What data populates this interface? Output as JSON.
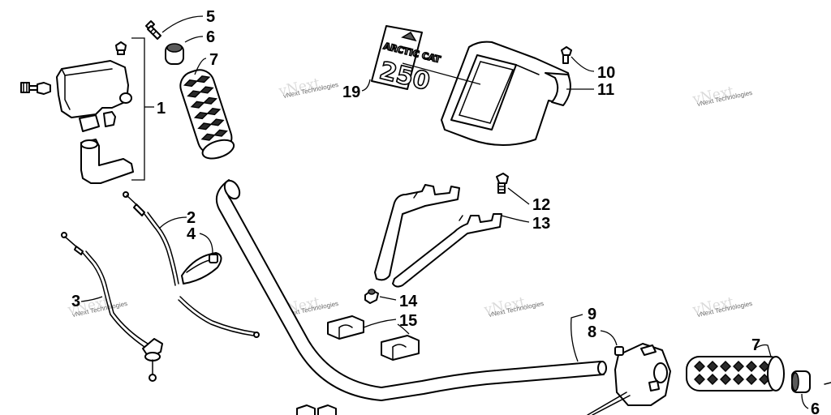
{
  "callouts": {
    "c1": "1",
    "c2": "2",
    "c3": "3",
    "c4": "4",
    "c5": "5",
    "c6a": "6",
    "c6b": "6",
    "c7a": "7",
    "c7b": "7",
    "c8": "8",
    "c9": "9",
    "c10": "10",
    "c11": "11",
    "c12": "12",
    "c13": "13",
    "c14": "14",
    "c15": "15",
    "c19": "19"
  },
  "decal": {
    "brand": "ARCTIC CAT",
    "model": "250"
  },
  "watermark": {
    "title": "vNext",
    "sub": "vNext Technologies"
  }
}
